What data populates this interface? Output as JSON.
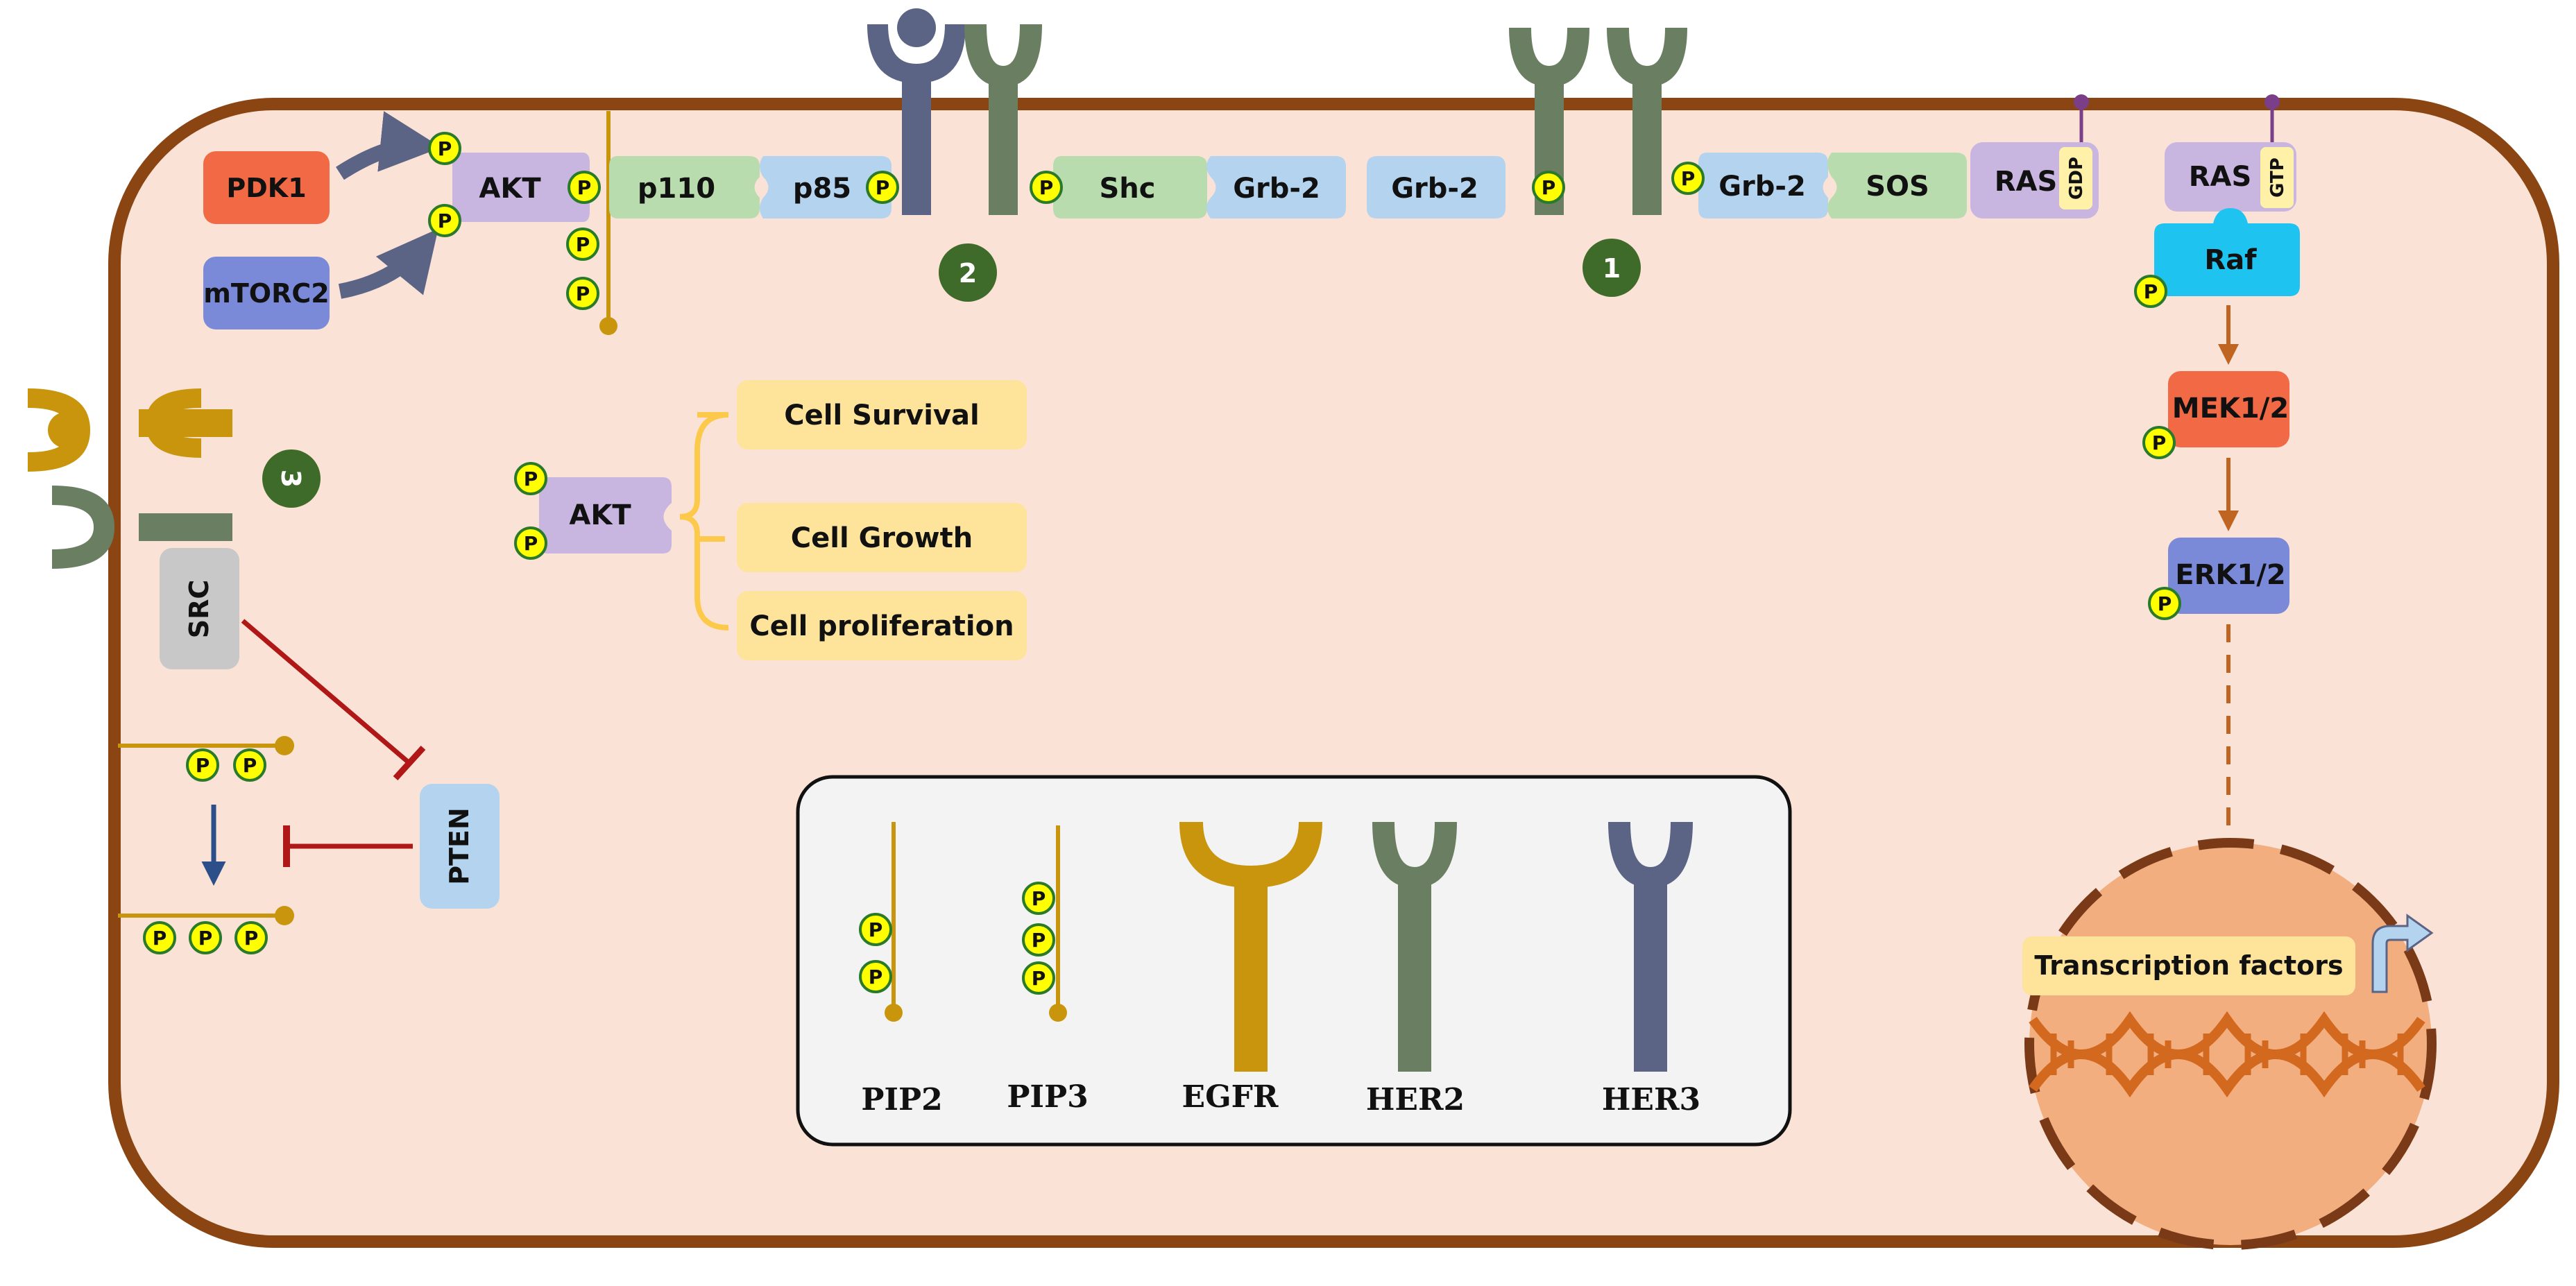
{
  "phospho_label": "P",
  "proteins": {
    "pdk1": "PDK1",
    "mtorc2": "mTORC2",
    "akt_top": "AKT",
    "p110": "p110",
    "p85": "p85",
    "shc": "Shc",
    "grb2_a": "Grb-2",
    "grb2_b": "Grb-2",
    "grb2_c": "Grb-2",
    "sos": "SOS",
    "ras_1": "RAS",
    "gdp": "GDP",
    "ras_2": "RAS",
    "gtp": "GTP",
    "raf": "Raf",
    "mek": "MEK1/2",
    "erk": "ERK1/2",
    "src": "SRC",
    "pten": "PTEN",
    "akt_mid": "AKT"
  },
  "numbers": {
    "n1": "1",
    "n2": "2",
    "n3": "3"
  },
  "outcomes": [
    "Cell Survival",
    "Cell Growth",
    "Cell proliferation"
  ],
  "nucleus": {
    "transcription": "Transcription factors"
  },
  "legend": [
    "PIP2",
    "PIP3",
    "EGFR",
    "HER2",
    "HER3"
  ],
  "colors": {
    "cell_fill": "#fae3d6",
    "cell_border": "#8b4513",
    "egfr": "#c8950c",
    "her2": "#6a7f62",
    "her3": "#5c6485",
    "pdk1": "#f26a45",
    "mtorc2": "#7b8ad8",
    "akt": "#c8b5e0",
    "p110": "#b8dcad",
    "p85": "#b3d3ee",
    "grb2": "#b3d3ee",
    "sos": "#b8dcad",
    "ras": "#c8b5e0",
    "raf": "#1ec3f0",
    "mek": "#f26a45",
    "erk": "#7b8ad8",
    "src": "#c8c8c8",
    "pten": "#b3d3ee",
    "outcome": "#fde49a",
    "phospho": "#ffff00",
    "inhibition": "#b01818",
    "nucleus": "#f3ae80",
    "dna": "#d2691e"
  }
}
